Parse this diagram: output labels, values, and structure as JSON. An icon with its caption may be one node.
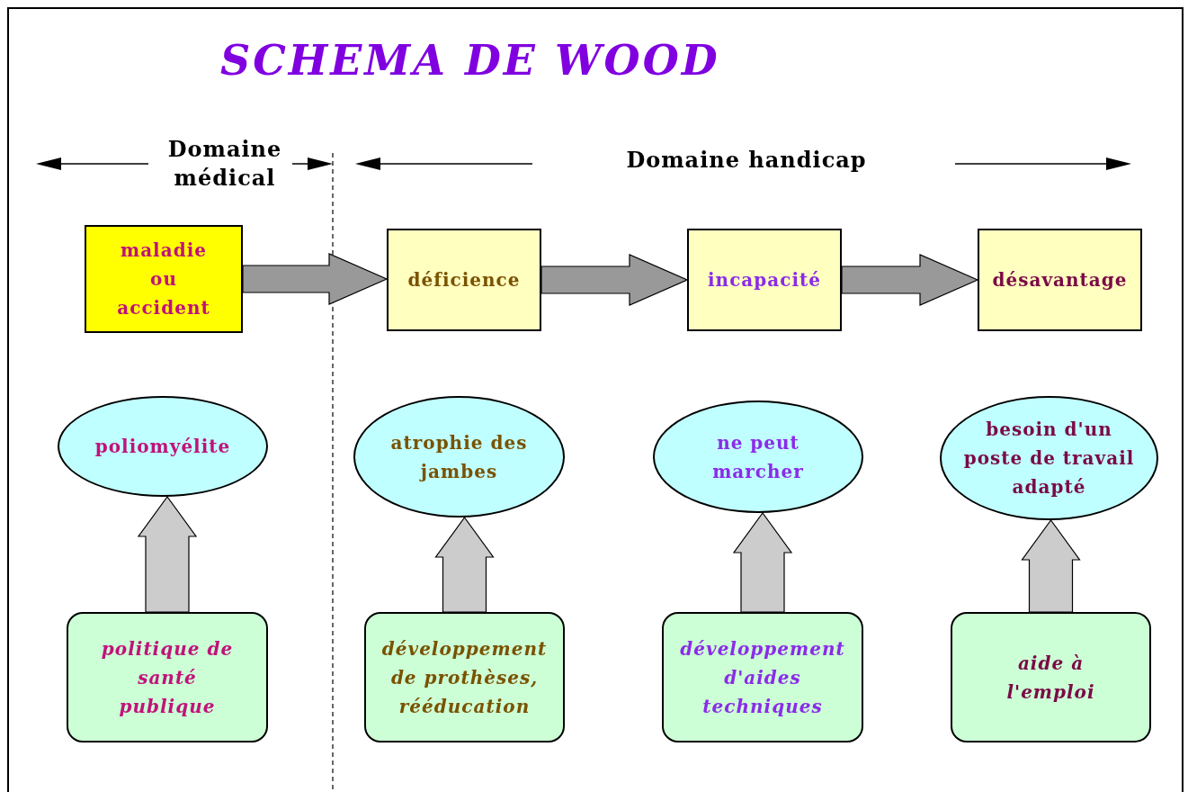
{
  "diagram": {
    "title": "SCHEMA DE WOOD",
    "nodes": [
      {
        "text": [
          "maladie ou accident"
        ]
      },
      {
        "text": [
          "déficience"
        ]
      },
      {
        "text": [
          "incapacité"
        ]
      },
      {
        "text": [
          "désavantage"
        ]
      },
      {
        "text": [
          "poliomyélite"
        ]
      },
      {
        "text": [
          "atrophie des jambes"
        ]
      },
      {
        "text": [
          "ne peut marcher"
        ]
      },
      {
        "text": [
          "besoin d'un poste de travail adapté"
        ]
      },
      {
        "text": [
          "politique de santé publique"
        ]
      },
      {
        "text": [
          "développement de prothèses, rééducation"
        ]
      },
      {
        "text": [
          "développement d'aides techniques"
        ]
      },
      {
        "text": [
          "aide à l'emploi"
        ]
      }
    ],
    "edges": [
      {
        "from": 0,
        "to": 1,
        "arrow": "to",
        "color": "#999999"
      },
      {
        "from": 1,
        "to": 2,
        "arrow": "to",
        "color": "#999999"
      },
      {
        "from": 2,
        "to": 3,
        "arrow": "to",
        "color": "#999999"
      },
      {
        "from": 8,
        "to": 4,
        "arrow": "to"
      },
      {
        "from": 9,
        "to": 5,
        "arrow": "to"
      },
      {
        "from": 10,
        "to": 6,
        "arrow": "to"
      },
      {
        "from": 11,
        "to": 7,
        "arrow": "to"
      }
    ],
    "labels": [
      "Domaine médical",
      "Domaine handicap"
    ]
  }
}
